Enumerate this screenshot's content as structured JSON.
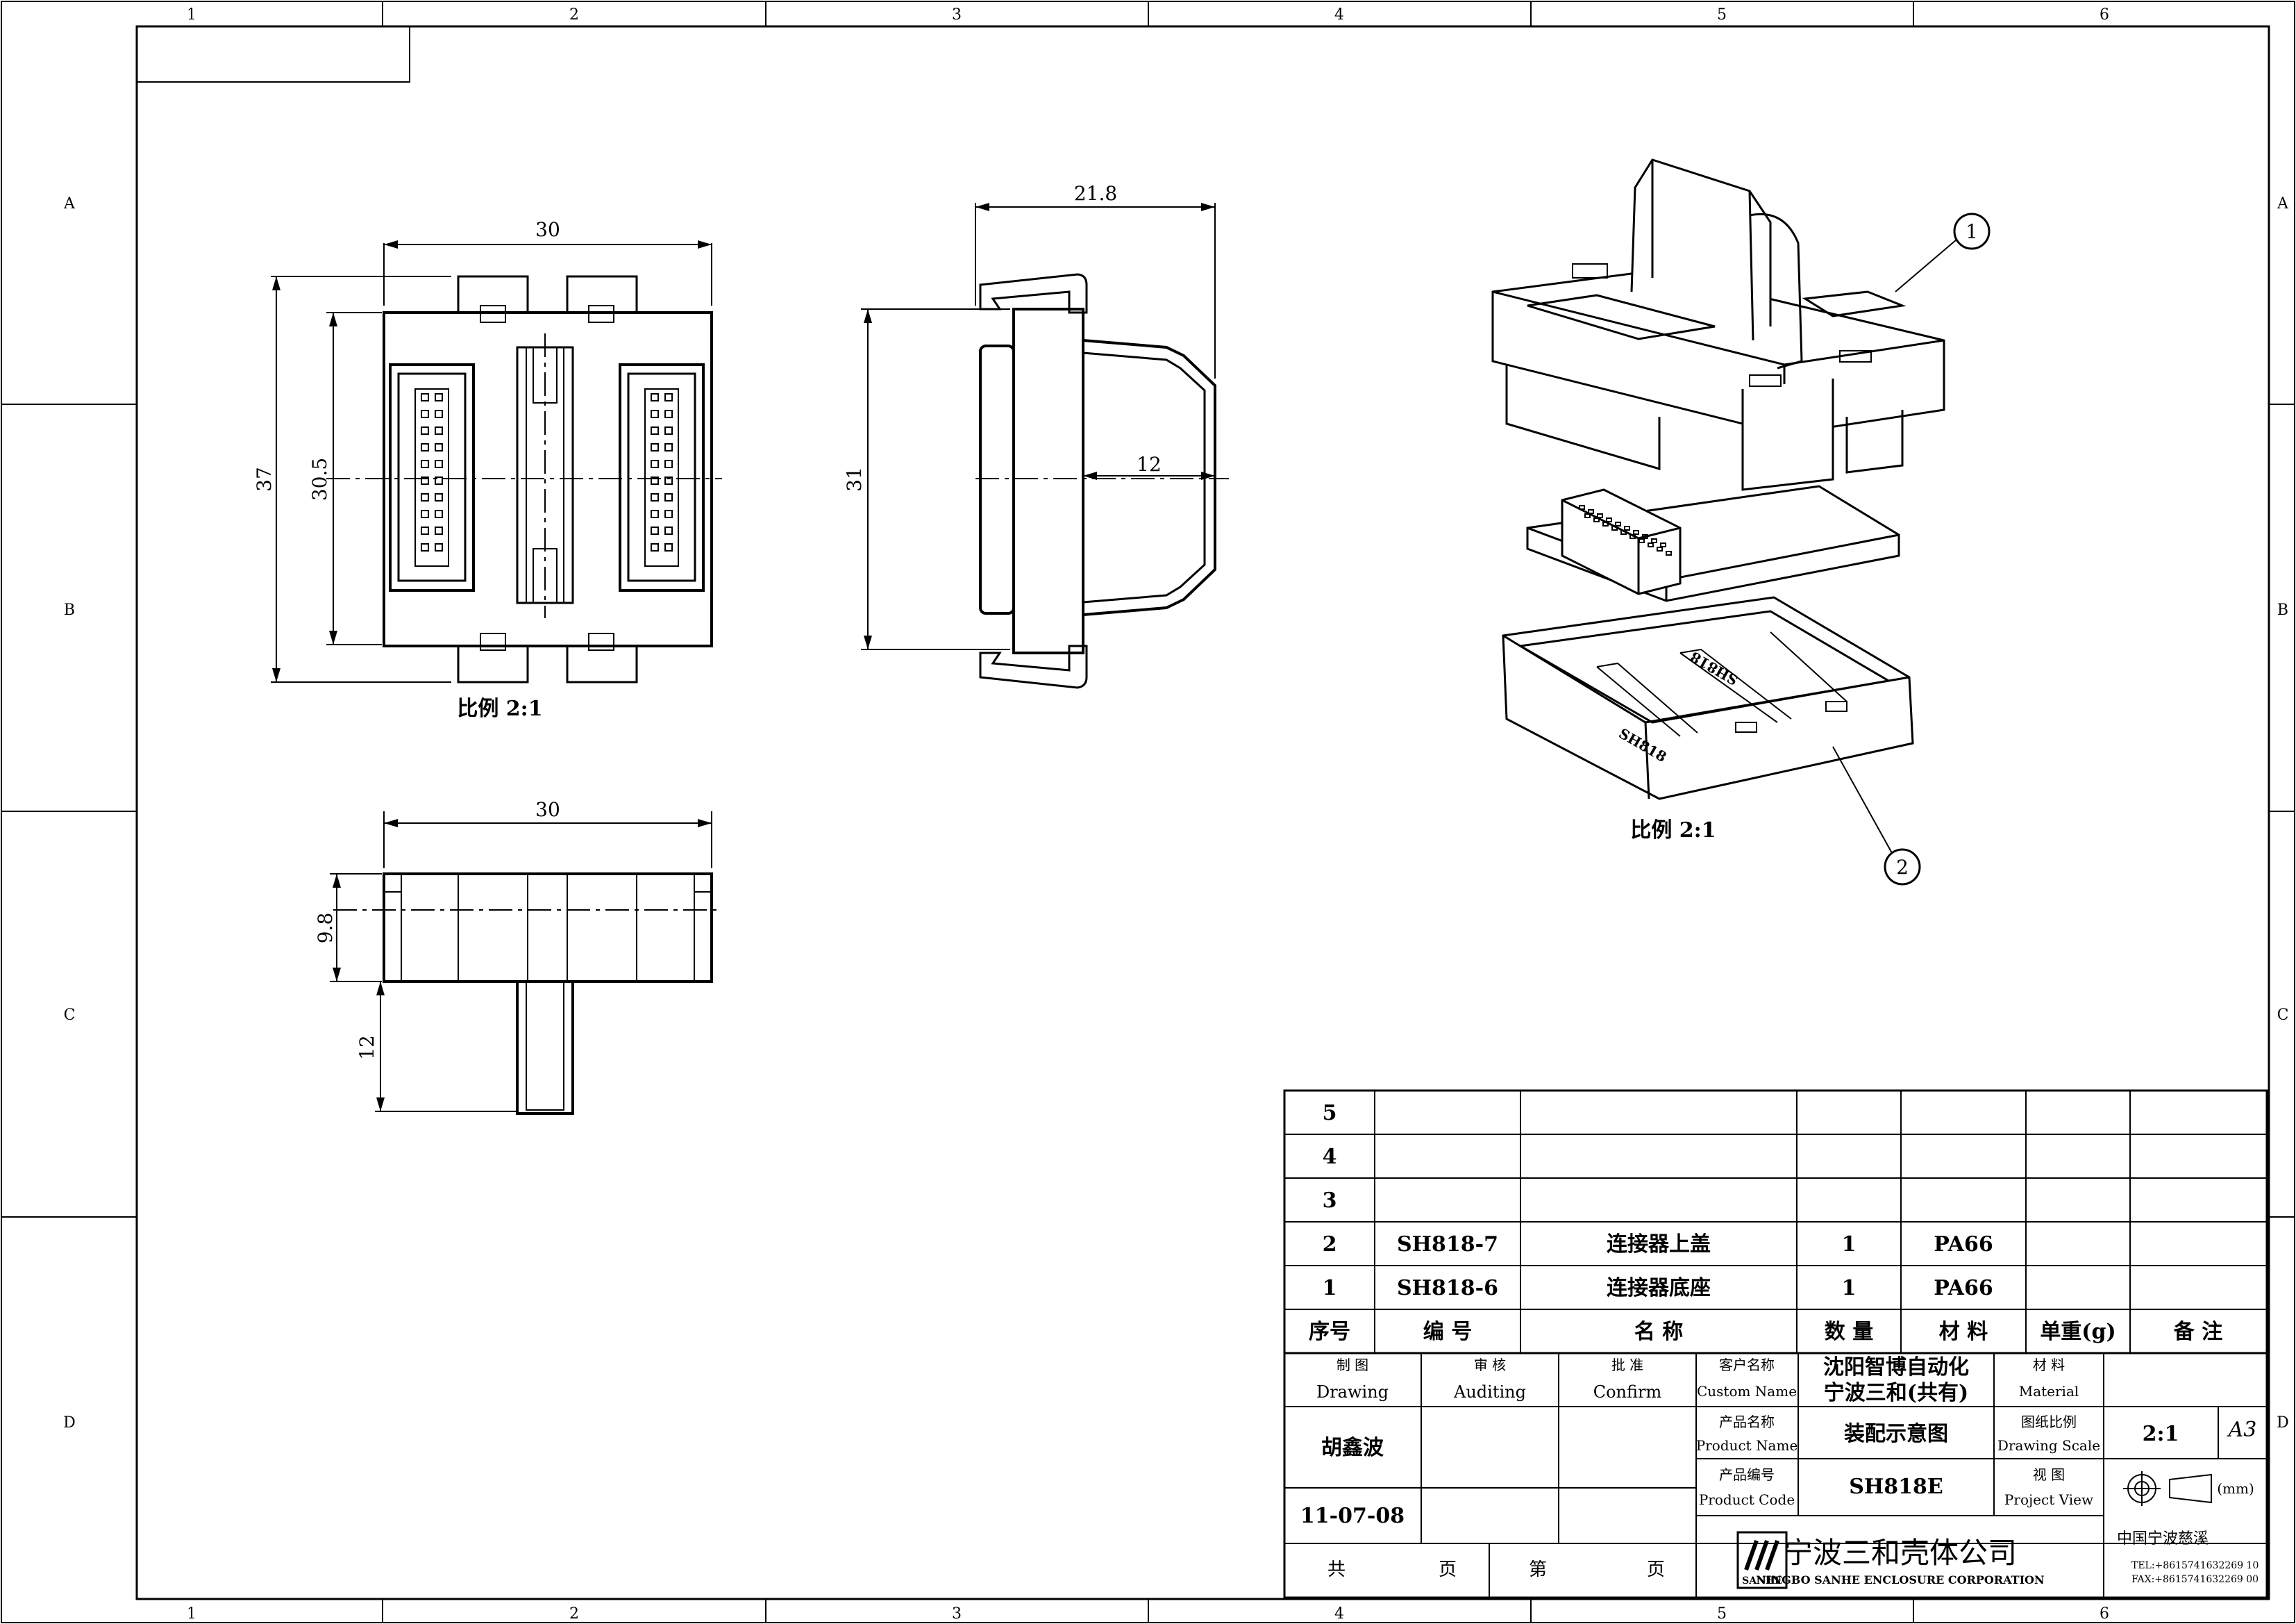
{
  "frame": {
    "columns": [
      "1",
      "2",
      "3",
      "4",
      "5",
      "6"
    ],
    "rows": [
      "A",
      "B",
      "C",
      "D"
    ]
  },
  "views": {
    "front": {
      "dim_width": "30",
      "dim_height_outer": "37",
      "dim_height_inner": "30.5",
      "scale_label": "比例 2:1"
    },
    "side": {
      "dim_width": "21.8",
      "dim_height": "31",
      "dim_handle": "12"
    },
    "bottom": {
      "dim_width": "30",
      "dim_height": "9.8",
      "dim_handle": "12"
    },
    "iso": {
      "scale_label": "比例 2:1",
      "balloons": [
        "1",
        "2"
      ]
    }
  },
  "parts_list": {
    "rows": [
      {
        "no": "5",
        "code": "",
        "name": "",
        "qty": "",
        "material": "",
        "weight": "",
        "note": ""
      },
      {
        "no": "4",
        "code": "",
        "name": "",
        "qty": "",
        "material": "",
        "weight": "",
        "note": ""
      },
      {
        "no": "3",
        "code": "",
        "name": "",
        "qty": "",
        "material": "",
        "weight": "",
        "note": ""
      },
      {
        "no": "2",
        "code": "SH818-7",
        "name": "连接器上盖",
        "qty": "1",
        "material": "PA66",
        "weight": "",
        "note": ""
      },
      {
        "no": "1",
        "code": "SH818-6",
        "name": "连接器底座",
        "qty": "1",
        "material": "PA66",
        "weight": "",
        "note": ""
      }
    ],
    "headers": {
      "no": "序号",
      "code": "编 号",
      "name": "名  称",
      "qty": "数 量",
      "material": "材 料",
      "weight": "单重(g)",
      "note": "备 注"
    }
  },
  "title_block": {
    "drawing_cn": "制 图",
    "drawing_en": "Drawing",
    "auditing_cn": "审 核",
    "auditing_en": "Auditing",
    "confirm_cn": "批 准",
    "confirm_en": "Confirm",
    "customer_cn": "客户名称",
    "customer_en": "Custom Name",
    "customer_value_1": "沈阳智博自动化",
    "customer_value_2": "宁波三和(共有)",
    "material_cn": "材  料",
    "material_en": "Material",
    "drawer_name": "胡鑫波",
    "product_name_cn": "产品名称",
    "product_name_en": "Product Name",
    "product_name_value": "装配示意图",
    "scale_cn": "图纸比例",
    "scale_en": "Drawing Scale",
    "scale_value": "2:1",
    "paper_size": "A3",
    "product_code_cn": "产品编号",
    "product_code_en": "Product Code",
    "product_code_value": "SH818E",
    "view_cn": "视  图",
    "view_en": "Project View",
    "unit": "(mm)",
    "date": "11-07-08",
    "total_cn": "共",
    "page_cn_1": "页",
    "sheet_cn": "第",
    "page_cn_2": "页",
    "company_cn": "宁波三和壳体公司",
    "company_en": "NINGBO SANHE ENCLOSURE CORPORATION",
    "logo_text": "SANHE",
    "location": "中国宁波慈溪",
    "tel": "TEL:+8615741632269 10",
    "fax": "FAX:+8615741632269 00"
  }
}
